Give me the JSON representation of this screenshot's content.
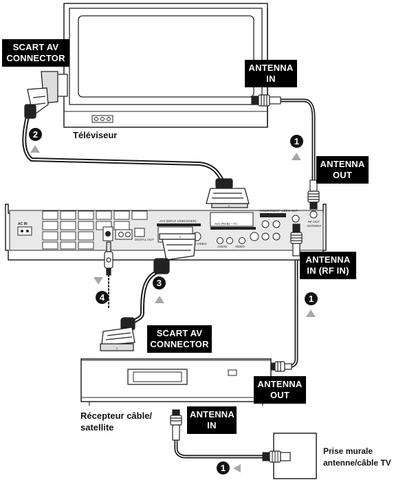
{
  "labels": {
    "scart_av_connector_tv": "SCART AV CONNECTOR",
    "antenna_in_tv": "ANTENNA IN",
    "antenna_out_recorder": "ANTENNA OUT",
    "antenna_in_rf_in": "ANTENNA IN (RF IN)",
    "scart_av_connector_receiver": "SCART AV CONNECTOR",
    "antenna_out_receiver": "ANTENNA OUT",
    "antenna_in_receiver": "ANTENNA IN"
  },
  "label_lines": {
    "scart_tv": [
      "SCART AV",
      "CONNECTOR"
    ],
    "antenna_in_tv": [
      "ANTENNA",
      "IN"
    ],
    "antenna_out_recorder": [
      "ANTENNA",
      "OUT"
    ],
    "antenna_in_rf": [
      "ANTENNA",
      "IN (RF IN)"
    ],
    "scart_receiver": [
      "SCART AV",
      "CONNECTOR"
    ],
    "antenna_out_receiver": [
      "ANTENNA",
      "OUT"
    ],
    "antenna_in_receiver": [
      "ANTENNA",
      "IN"
    ]
  },
  "captions": {
    "tv": "Téléviseur",
    "receiver_line1": "Récepteur câble/",
    "receiver_line2": "satellite",
    "wall_line1": "Prise murale",
    "wall_line2": "antenne/câble TV"
  },
  "steps": {
    "scart_tv": "2",
    "antenna_tv": "1",
    "scart_receiver": "3",
    "audio": "4",
    "antenna_rf": "1",
    "antenna_wall": "1"
  },
  "panel_text": {
    "ac_in": "AC IN",
    "av1": "AV1 (RGB) – TV",
    "av2": "AV2 (INPUT 1/DECODER)",
    "component": "COMPONENT VIDEO OUT",
    "rf_out": "RF OUT",
    "antenna": "ANTENNA",
    "audio": "AUDIO",
    "video": "VIDEO",
    "svideo": "S-VIDEO",
    "digital_out": "DIGITAL OUT"
  },
  "colors": {
    "label_bg": "#000000",
    "label_text": "#ffffff",
    "arrow": "#a7a7a7",
    "cable": "#1a1a1a",
    "device_outline": "#222222",
    "panel_fill": "#e9e9e9"
  }
}
